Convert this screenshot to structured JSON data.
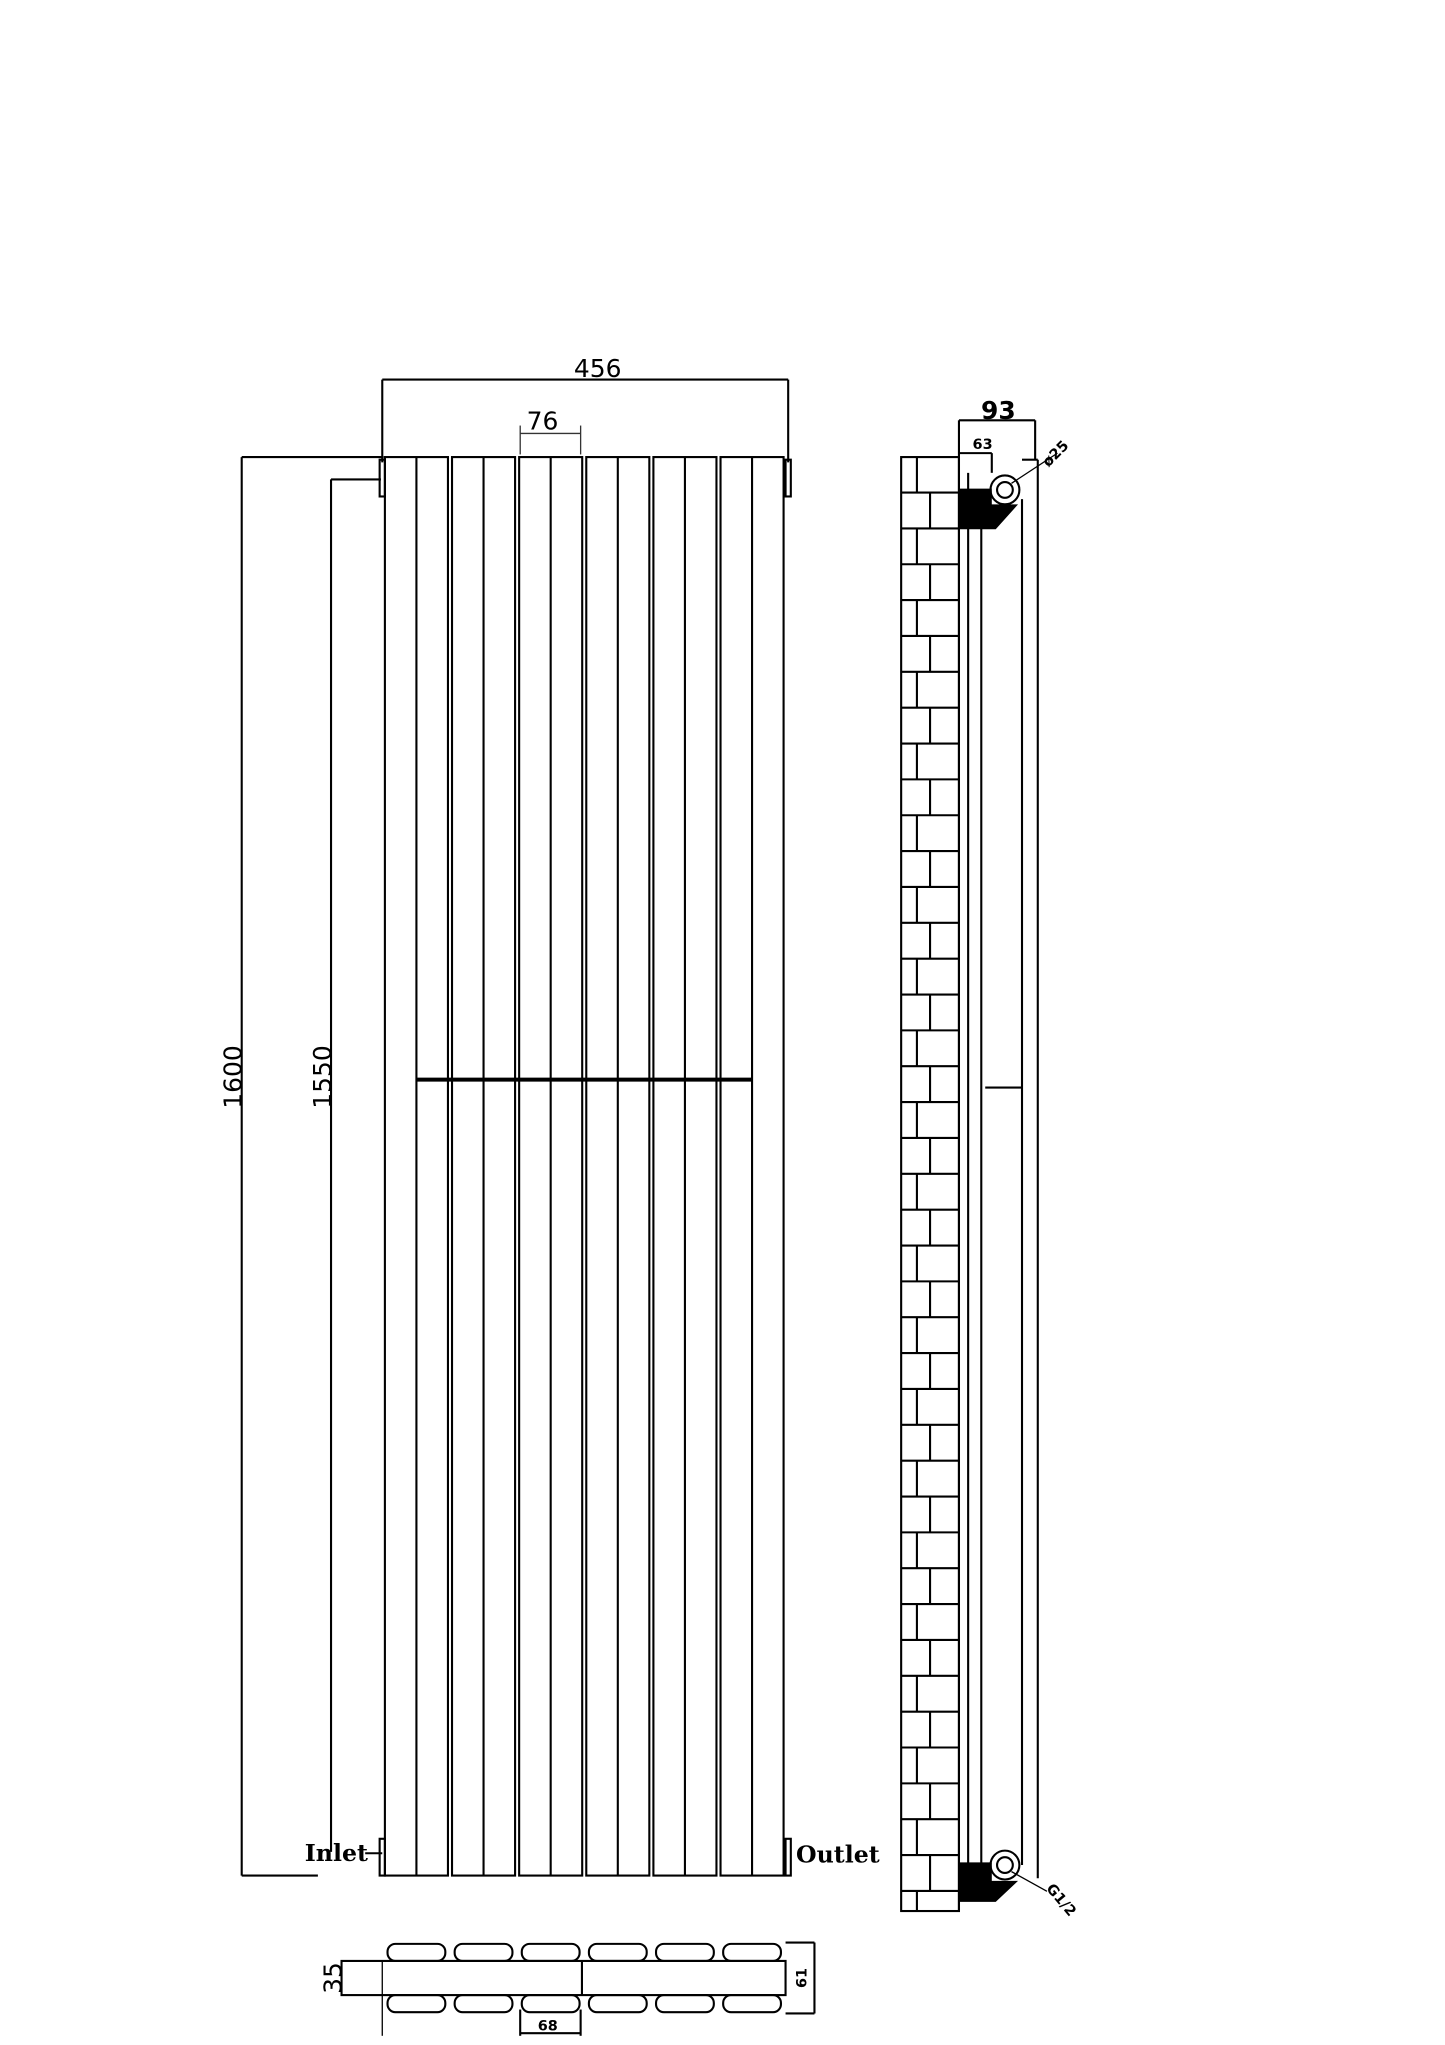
{
  "front_view": {
    "width_label": "456",
    "section_width_label": "76",
    "height_label": "1600",
    "pipe_centres_label": "1550",
    "inlet_label": "Inlet",
    "outlet_label": "Outlet"
  },
  "side_view": {
    "depth_label": "93",
    "wall_offset_label": "63",
    "pipe_diameter_label": "ø25",
    "connection_label": "G1/2"
  },
  "plan_view": {
    "panel_depth_label": "35",
    "total_depth_label": "61",
    "spacing_label": "68"
  }
}
